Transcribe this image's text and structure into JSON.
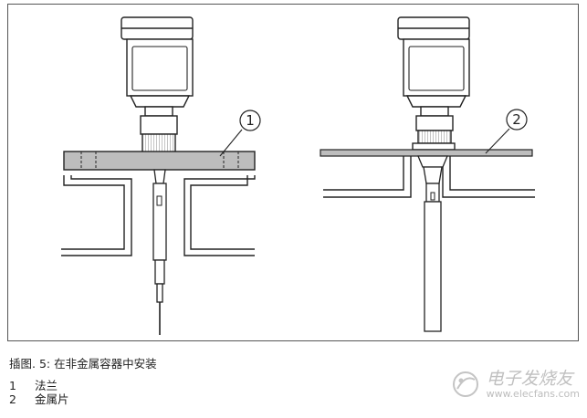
{
  "figure": {
    "callouts": [
      {
        "number": "1"
      },
      {
        "number": "2"
      }
    ]
  },
  "caption": "插图. 5: 在非金属容器中安装",
  "legend": [
    {
      "num": "1",
      "label": "法兰"
    },
    {
      "num": "2",
      "label": "金属片"
    }
  ],
  "watermark": {
    "top": "电子发烧友",
    "bottom": "www.elecfans.com"
  }
}
